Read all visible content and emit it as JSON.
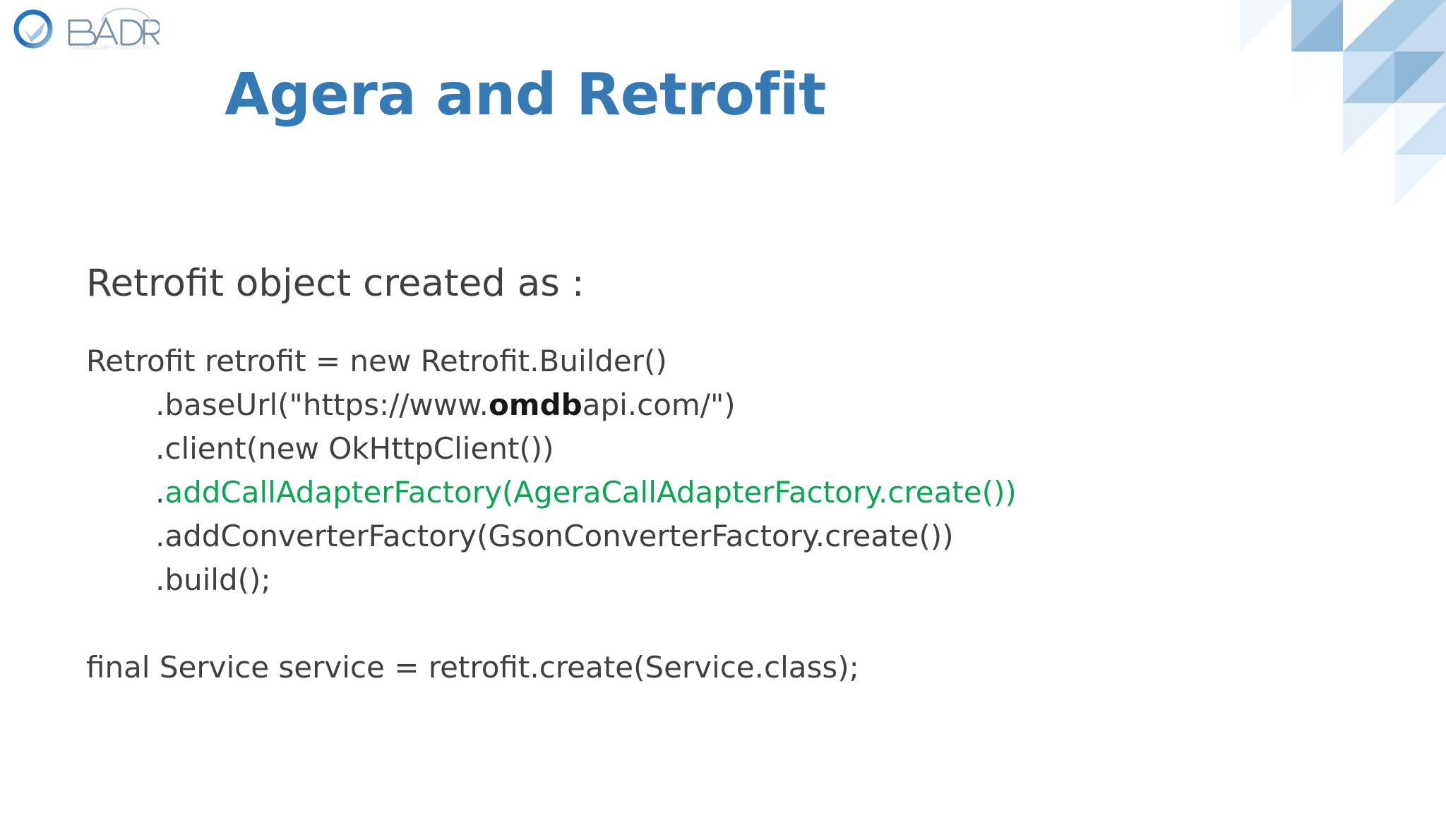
{
  "slide": {
    "title": "Agera and Retrofit",
    "title_color": "#3579b5",
    "background_color": "#ffffff",
    "body_text_color": "#3f3f44",
    "accent_green": "#0ba651"
  },
  "logo": {
    "name": "badr-logo",
    "wordmark": "BADR",
    "icon_name": "checkmark-circle-icon"
  },
  "content": {
    "lead": "Retrofit object created as :",
    "code": {
      "line1": "Retrofit retrofit = new Retrofit.Builder()",
      "line2_prefix": ".baseUrl(\"https://www.",
      "line2_bold": "omdb",
      "line2_suffix": "api.com/\")",
      "line3": ".client(new OkHttpClient())",
      "line4_dot": ".",
      "line4_green": "addCallAdapterFactory(AgeraCallAdapterFactory.create())",
      "line5": ".addConverterFactory(GsonConverterFactory.create())",
      "line6": ".build();",
      "line7": "final Service service = retrofit.create(Service.class);"
    }
  },
  "decoration": {
    "name": "triangle-pattern",
    "colors": [
      "#8fb8d8",
      "#a9cbe6",
      "#c5dcf0",
      "#dceaf7",
      "#eef5fc",
      "#f7fbfe"
    ]
  }
}
